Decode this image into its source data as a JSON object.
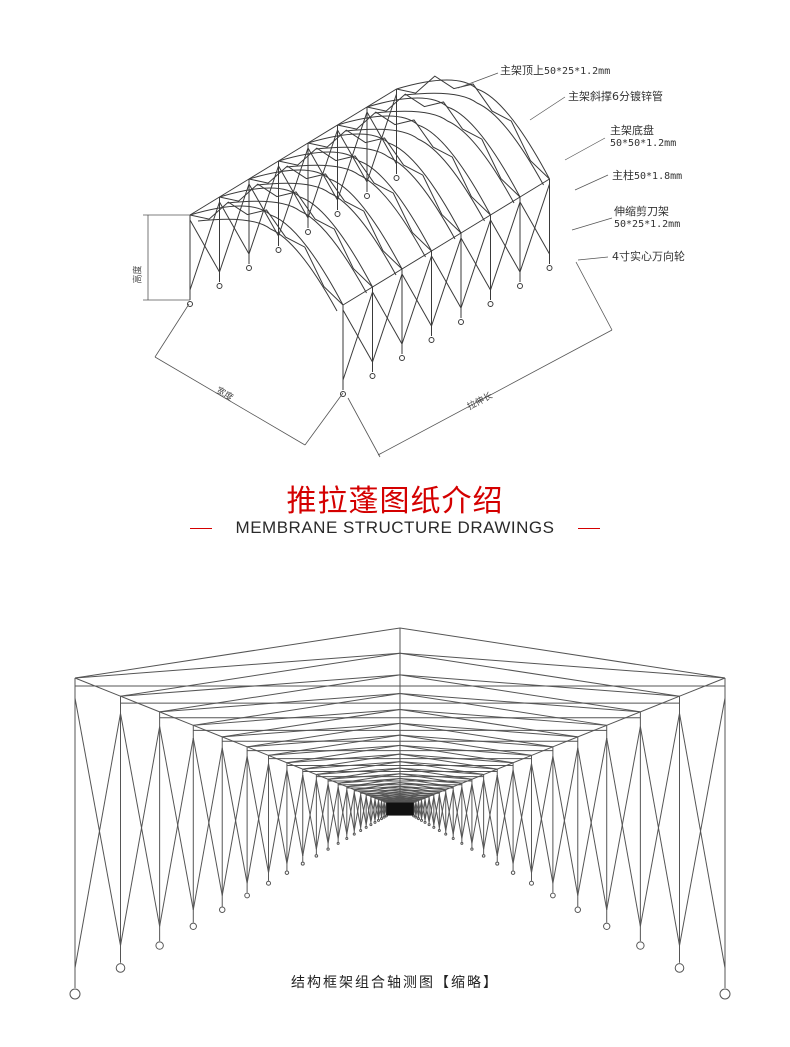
{
  "top_diagram": {
    "callouts": {
      "top_frame": {
        "name": "主架顶上",
        "spec": "50*25*1.2mm"
      },
      "diagonal_brace": {
        "name": "主架斜撑6分镀锌管",
        "spec": ""
      },
      "base_frame": {
        "name": "主架底盘",
        "spec": "50*50*1.2mm"
      },
      "column": {
        "name": "主柱",
        "spec": "50*1.8mm"
      },
      "scissor_frame": {
        "name": "伸缩剪刀架",
        "spec": "50*25*1.2mm"
      },
      "wheel": {
        "name": "4寸实心万向轮",
        "spec": ""
      }
    },
    "dimensions": {
      "height": "高度",
      "width": "宽度",
      "length": "拉伸长"
    }
  },
  "titles": {
    "chinese": "推拉蓬图纸介绍",
    "english": "MEMBRANE STRUCTURE DRAWINGS"
  },
  "bottom_diagram": {
    "caption": "结构框架组合轴测图【缩略】"
  },
  "colors": {
    "accent_red": "#d40000",
    "line": "#333333"
  }
}
